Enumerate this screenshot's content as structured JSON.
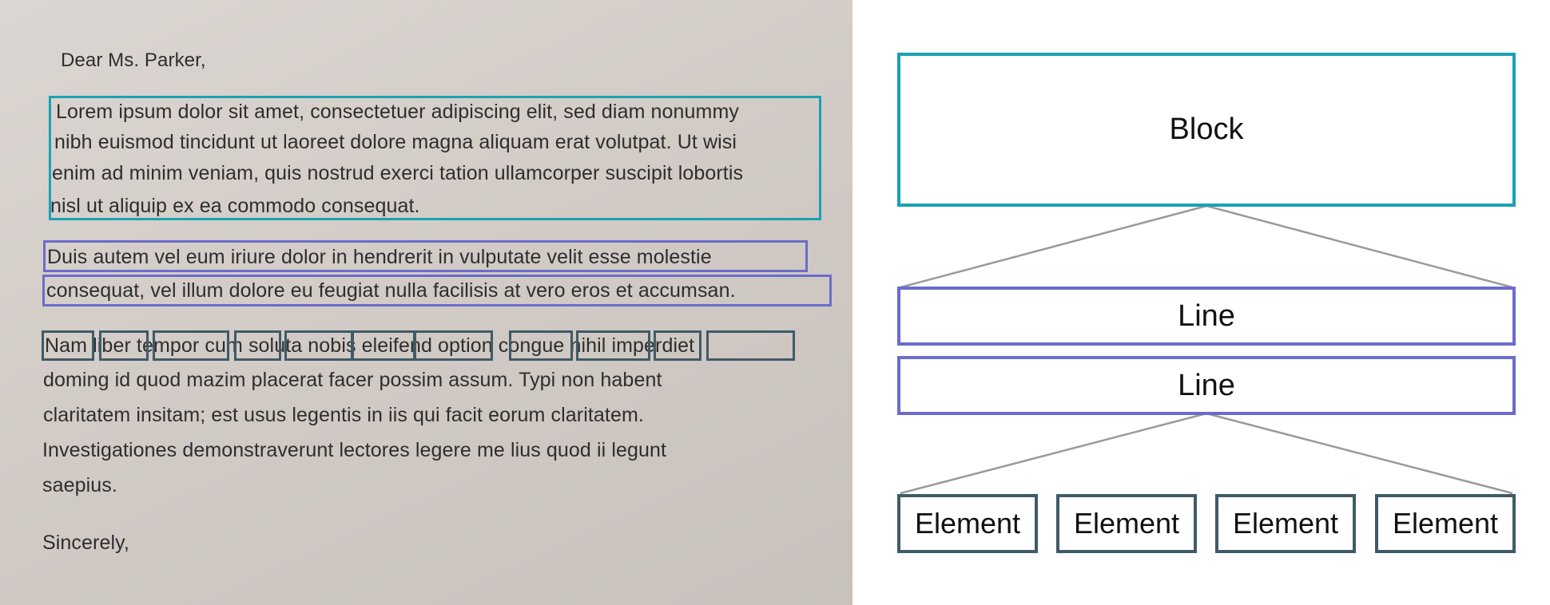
{
  "letter": {
    "greeting": "Dear Ms. Parker,",
    "paragraph1": [
      "Lorem ipsum dolor sit amet, consectetuer adipiscing elit, sed diam nonummy",
      "nibh euismod tincidunt ut laoreet dolore magna aliquam erat volutpat. Ut wisi",
      "enim ad minim veniam, quis nostrud exerci tation ullamcorper suscipit lobortis",
      "nisl ut aliquip ex ea commodo consequat."
    ],
    "paragraph2": [
      "Duis autem vel eum iriure dolor in hendrerit in vulputate velit esse molestie",
      "consequat, vel illum dolore eu feugiat nulla facilisis at vero eros et accumsan."
    ],
    "paragraph3_first_line": "Nam liber tempor cum soluta nobis eleifend option congue nihil imperdiet",
    "paragraph3_rest": [
      "doming id quod mazim placerat facer possim assum. Typi non habent",
      "claritatem insitam; est usus legentis in iis qui facit eorum claritatem.",
      "Investigationes demonstraverunt lectores legere me lius quod ii legunt",
      "saepius."
    ],
    "closing": "Sincerely,"
  },
  "diagram": {
    "block_label": "Block",
    "line_labels": [
      "Line",
      "Line"
    ],
    "element_labels": [
      "Element",
      "Element",
      "Element",
      "Element"
    ]
  },
  "colors": {
    "block": "#1aa2b4",
    "line": "#6a6ccc",
    "element": "#3f5b68",
    "connector": "#9a9a9a"
  }
}
